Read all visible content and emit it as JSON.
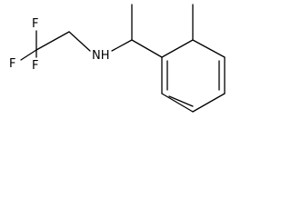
{
  "molecule": {
    "atom_labels": {
      "fluorine_top": "F",
      "fluorine_left": "F",
      "fluorine_bottom": "F",
      "nitrogen": "NH"
    },
    "colors": {
      "bond": "#000000",
      "text": "#000000",
      "background": "#ffffff"
    }
  }
}
